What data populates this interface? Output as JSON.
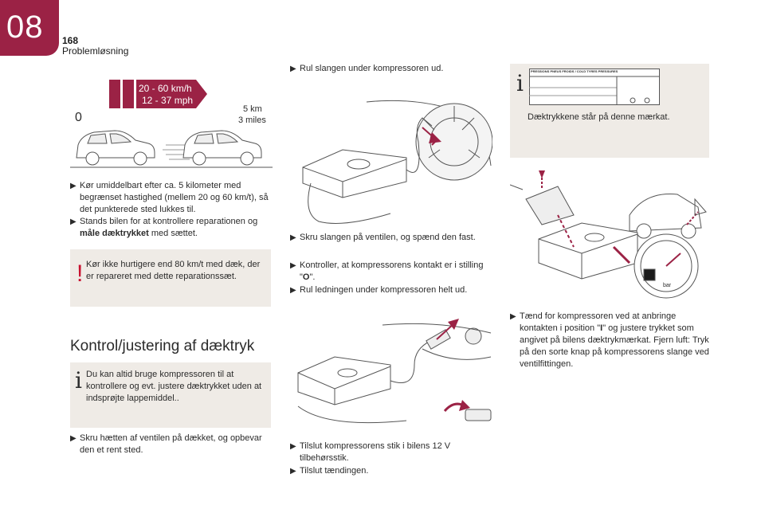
{
  "header": {
    "chapter": "08",
    "page_number": "168",
    "section": "Problemløsning"
  },
  "speed_graphic": {
    "speed_label_1": "20 - 60 km/h",
    "speed_label_2": "12 - 37 mph",
    "start_label": "0",
    "distance_1": "5 km",
    "distance_2": "3 miles"
  },
  "col1": {
    "bullet1": "Kør umiddelbart efter ca. 5 kilometer med begrænset hastighed (mellem 20 og 60 km/t), så det punkterede sted lukkes til.",
    "bullet2_pre": "Stands bilen for at kontrollere reparationen og ",
    "bullet2_bold": "måle dæktrykket",
    "bullet2_post": " med sættet.",
    "warning": "Kør ikke hurtigere end 80 km/t med dæk, der er repareret med dette reparationssæt.",
    "heading": "Kontrol/justering af dæktryk",
    "info": "Du kan altid bruge kompressoren til at kontrollere og evt. justere dæktrykket uden at indsprøjte lappemiddel..",
    "bullet3": "Skru hætten af ventilen på dækket, og opbevar den et rent sted."
  },
  "col2": {
    "bullet1": "Rul slangen under kompressoren ud.",
    "bullet2": "Skru slangen på ventilen, og spænd den fast.",
    "bullet3_pre": "Kontroller, at kompressorens kontakt er i stilling \"",
    "bullet3_bold": "O",
    "bullet3_post": "\".",
    "bullet4": "Rul ledningen under kompressoren helt ud.",
    "bullet5": "Tilslut kompressorens stik i bilens 12 V tilbehørsstik.",
    "bullet6": "Tilslut tændingen."
  },
  "col3": {
    "info": "Dæktrykkene står på denne mærkat.",
    "label_header": "PRESSIONS PNEUS FROIDS / COLD TYRES PRESSURES",
    "gauge_unit": "bar",
    "bullet1_pre": "Tænd for kompressoren ved at anbringe kontakten i position \"",
    "bullet1_bold": "I",
    "bullet1_post": "\" og justere trykket som angivet på bilens dæktrykmærkat. Fjern luft: Tryk på den sorte knap på kompressorens slange ved ventilfittingen."
  },
  "colors": {
    "accent": "#9b2245",
    "warning_red": "#c8102e",
    "box_bg": "#efebe6"
  },
  "icons": [
    "bullet-arrow-icon",
    "warning-icon",
    "info-icon"
  ]
}
